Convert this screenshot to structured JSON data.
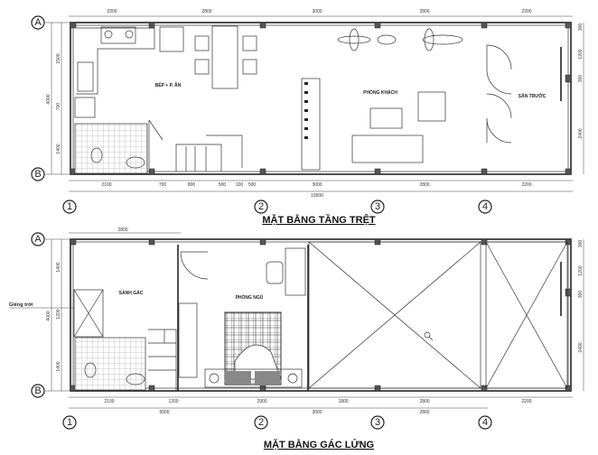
{
  "ground_floor": {
    "title": "MẶT BẰNG TẦNG TRỆT",
    "rooms": {
      "kitchen": "BẾP + P. ĂN",
      "living": "PHÒNG KHÁCH",
      "front_yard": "SÂN TRƯỚC"
    },
    "dims_top": [
      "2200",
      "2800",
      "3000",
      "2800",
      "2200"
    ],
    "dims_bottom": [
      "2100",
      "700",
      "800",
      "500",
      "100",
      "500",
      "3000",
      "2800",
      "2200"
    ],
    "dim_total": "13000",
    "dims_left": [
      "1500",
      "700",
      "1400"
    ],
    "dim_left_total": "4000",
    "dims_right": [
      "300",
      "1200",
      "300",
      "2400"
    ]
  },
  "mezzanine": {
    "title": "MẶT BẰNG GÁC LỬNG",
    "rooms": {
      "hall": "SẢNH GÁC",
      "bedroom": "PHÒNG NGỦ"
    },
    "skylight_label": "Giếng trời",
    "dims_top": [
      "2800"
    ],
    "dims_bottom": [
      "2100",
      "1200",
      "2900",
      "1800",
      "2800",
      "2200"
    ],
    "dims_bottom2": [
      "5000",
      "3000",
      "2800"
    ],
    "dims_left": [
      "1400",
      "1200",
      "1400"
    ],
    "dim_left_total": "4000",
    "dims_right": [
      "300",
      "1200",
      "300",
      "2400"
    ]
  },
  "grid_axes": {
    "rows": [
      "A",
      "B"
    ],
    "columns": [
      "1",
      "2",
      "3",
      "4"
    ]
  }
}
